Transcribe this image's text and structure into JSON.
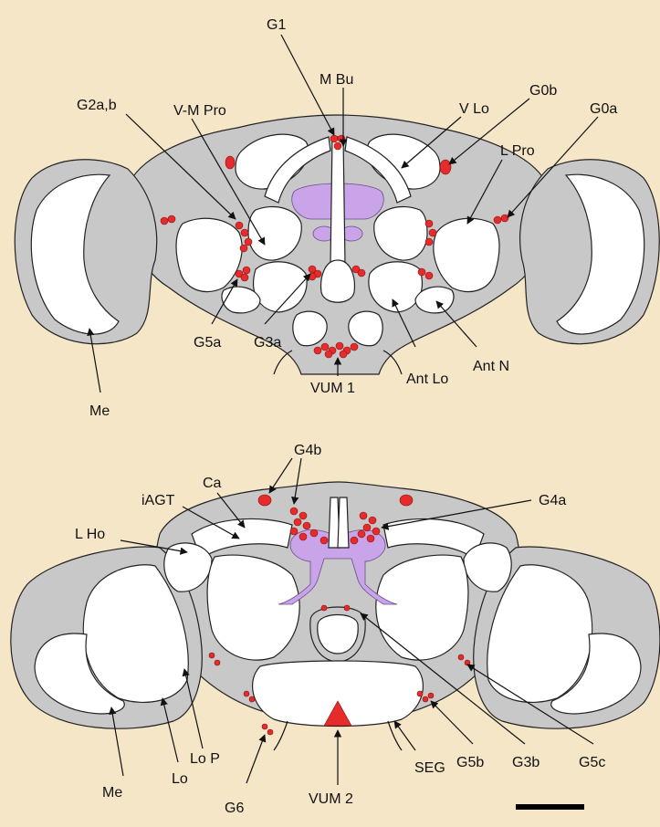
{
  "labels": {
    "top": {
      "g1": "G1",
      "mbu": "M Bu",
      "g2ab": "G2a,b",
      "vmpro": "V-M Pro",
      "vlo": "V Lo",
      "g0b": "G0b",
      "lpro": "L Pro",
      "g0a": "G0a",
      "g5a": "G5a",
      "g3a": "G3a",
      "antlo": "Ant Lo",
      "antn": "Ant N",
      "vum1": "VUM 1",
      "me": "Me"
    },
    "bottom": {
      "g4b": "G4b",
      "ca": "Ca",
      "iagt": "iAGT",
      "g4a": "G4a",
      "lho": "L Ho",
      "me": "Me",
      "lo": "Lo",
      "lop": "Lo P",
      "g6": "G6",
      "vum2": "VUM 2",
      "seg": "SEG",
      "g5b": "G5b",
      "g3b": "G3b",
      "g5c": "G5c"
    }
  },
  "colors": {
    "background": "#f5e6c8",
    "neuropil": "#c8c8c8",
    "white_matter": "#ffffff",
    "cell_clusters": "#e52b2b",
    "highlight": "#c9a4e8"
  }
}
